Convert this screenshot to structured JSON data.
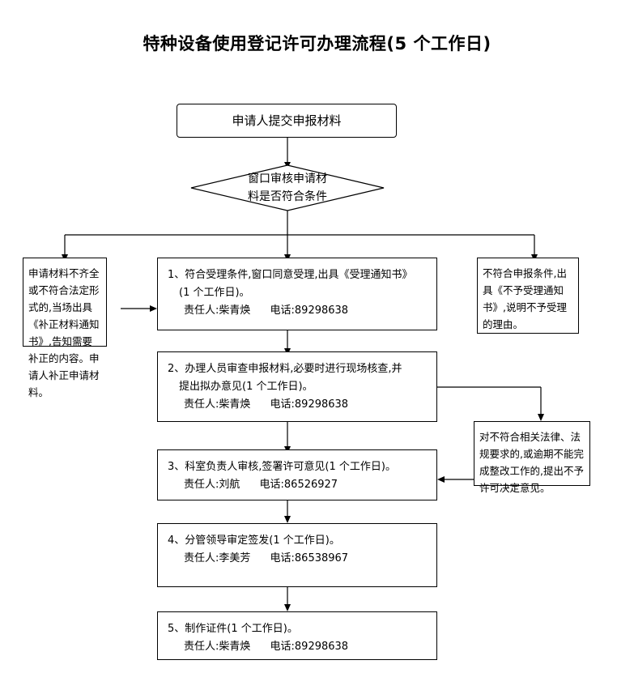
{
  "title": "特种设备使用登记许可办理流程(5 个工作日)",
  "nodes": {
    "start": {
      "label": "申请人提交申报材料"
    },
    "decision": {
      "line1": "窗口审核申请材",
      "line2": "料是否符合条件"
    },
    "left_box": {
      "text": "申请材料不齐全或不符合法定形式的,当场出具《补正材料通知书》,告知需要补正的内容。申请人补正申请材料。"
    },
    "right_box_top": {
      "text": "不符合申报条件,出具《不予受理通知书》,说明不予受理的理由。"
    },
    "right_box_mid": {
      "text": "对不符合相关法律、法规要求的,或逾期不能完成整改工作的,提出不予许可决定意见。"
    },
    "step1": {
      "line1": "1、符合受理条件,窗口同意受理,出具《受理通知书》",
      "line2": "(1 个工作日)。",
      "resp_label": "责任人:柴青焕",
      "phone_label": "电话:89298638"
    },
    "step2": {
      "line1": "2、办理人员审查申报材料,必要时进行现场核查,并",
      "line2": "提出拟办意见(1 个工作日)。",
      "resp_label": "责任人:柴青焕",
      "phone_label": "电话:89298638"
    },
    "step3": {
      "line1": "3、科室负责人审核,签署许可意见(1 个工作日)。",
      "line2": "",
      "resp_label": "责任人:刘航",
      "phone_label": "电话:86526927"
    },
    "step4": {
      "line1": "4、分管领导审定签发(1 个工作日)。",
      "line2": "",
      "resp_label": "责任人:李美芳",
      "phone_label": "电话:86538967"
    },
    "step5": {
      "line1": "5、制作证件(1 个工作日)。",
      "line2": "",
      "resp_label": "责任人:柴青焕",
      "phone_label": "电话:89298638"
    }
  },
  "style": {
    "line_color": "#000000",
    "background": "#ffffff"
  }
}
